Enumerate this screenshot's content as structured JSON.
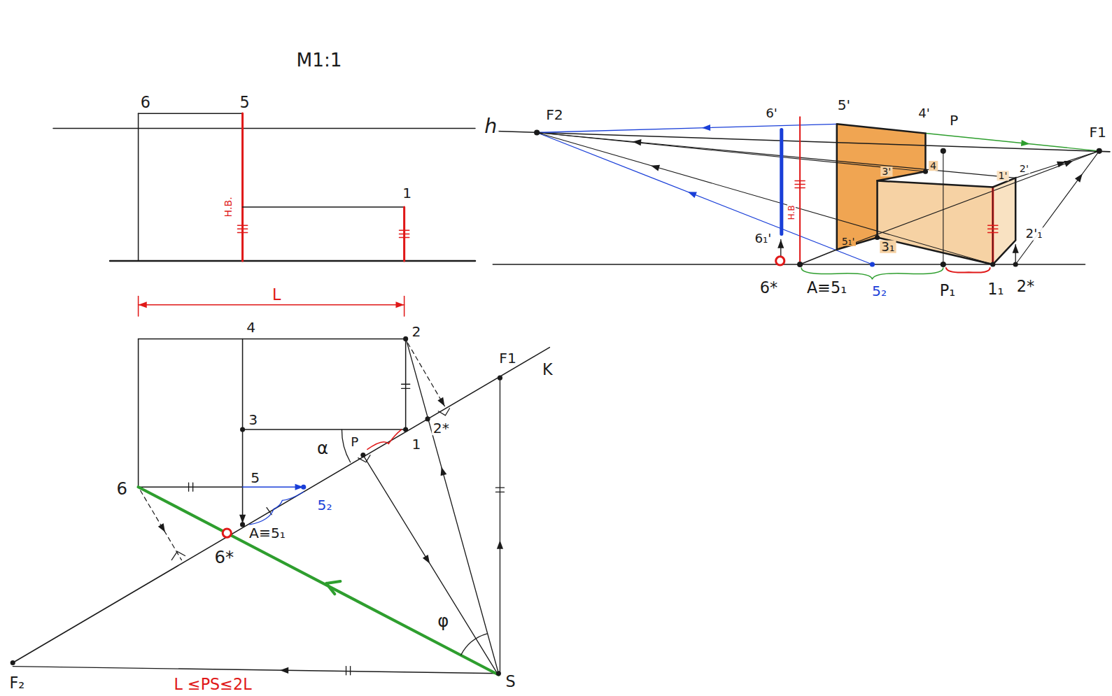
{
  "diagram": {
    "labels": [
      "M1:1",
      "6",
      "5",
      "h",
      "1",
      "H.B.",
      "L",
      "4",
      "2",
      "F1",
      "K",
      "3",
      "1",
      "2*",
      "α",
      "P",
      "6",
      "5",
      "5₂",
      "A≡5₁",
      "6*",
      "φ",
      "F₂",
      "S",
      "L ≤PS≤2L",
      "6'",
      "5'",
      "4'",
      "P",
      "F2",
      "F1",
      "3'",
      "4",
      "1'",
      "2'",
      "H.B",
      "6₁'",
      "5₁'",
      "3₁",
      "2'₁",
      "6*",
      "A≡5₁",
      "5₂",
      "P₁",
      "1₁",
      "2*"
    ]
  }
}
